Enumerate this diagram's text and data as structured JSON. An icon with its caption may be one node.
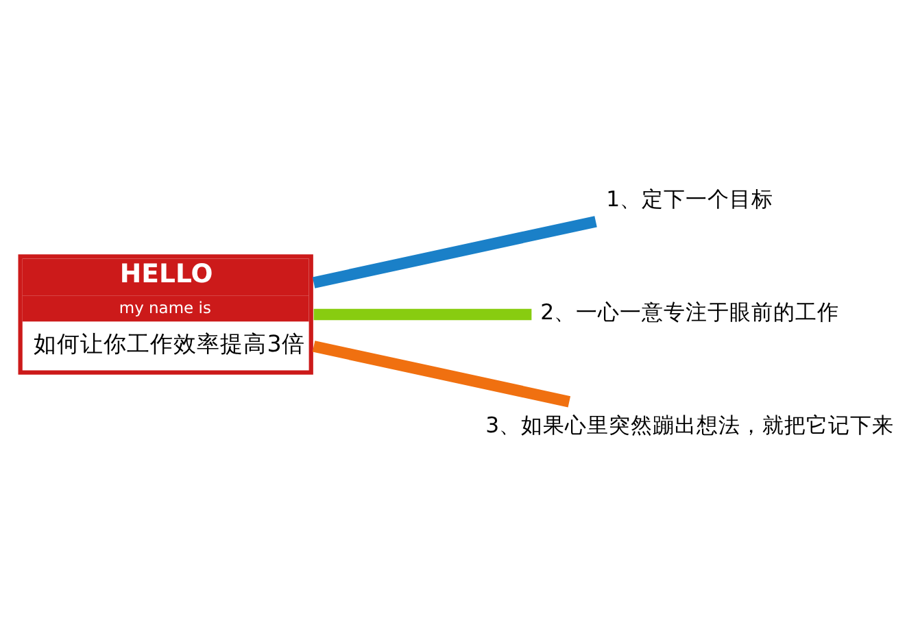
{
  "diagram": {
    "nodes": [
      {
        "text": [
          "HELLO",
          "my name is",
          "如何让你工作效率提高3倍"
        ]
      },
      {
        "text": [
          "1、定下一个目标"
        ]
      },
      {
        "text": [
          "2、一心一意专注于眼前的工作"
        ]
      },
      {
        "text": [
          "3、如果心里突然蹦出想法，就把它记下来"
        ]
      }
    ],
    "edges": [
      {
        "from": 0,
        "to": 1,
        "arrow": "none",
        "color": "#1a80c8"
      },
      {
        "from": 0,
        "to": 2,
        "arrow": "none",
        "color": "#88cc10"
      },
      {
        "from": 0,
        "to": 3,
        "arrow": "none",
        "color": "#f07010"
      }
    ]
  }
}
